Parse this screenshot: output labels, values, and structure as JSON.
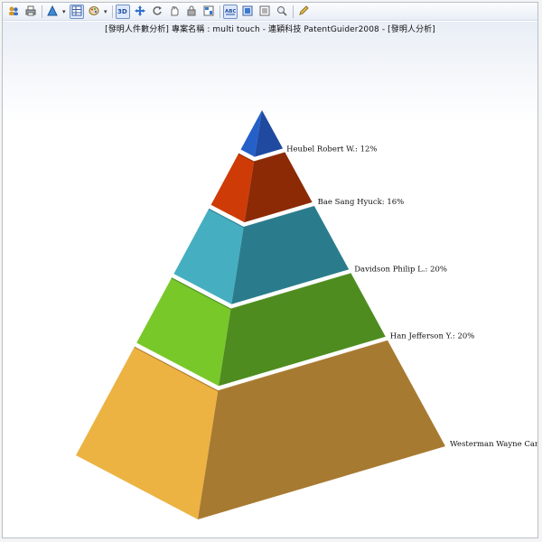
{
  "toolbar": {
    "buttons": [
      {
        "icon": "people-icon",
        "active": false
      },
      {
        "icon": "print-icon",
        "active": false
      },
      {
        "icon": "chart-type-icon",
        "active": false,
        "dropdown": true
      },
      {
        "icon": "data-table-icon",
        "active": true
      },
      {
        "icon": "palette-icon",
        "active": false,
        "dropdown": true
      },
      {
        "icon": "3d-toggle-icon",
        "active": true,
        "text": "3D"
      },
      {
        "icon": "move-icon",
        "active": false
      },
      {
        "icon": "rotate-icon",
        "active": false
      },
      {
        "icon": "hand-icon",
        "active": false
      },
      {
        "icon": "lock-icon",
        "active": false
      },
      {
        "icon": "layout-icon",
        "active": false
      },
      {
        "icon": "labels-icon",
        "active": true,
        "text": "ABC"
      },
      {
        "icon": "gridlines-icon",
        "active": false
      },
      {
        "icon": "legend-icon",
        "active": false
      },
      {
        "icon": "zoom-icon",
        "active": false
      },
      {
        "icon": "edit-icon",
        "active": false
      }
    ]
  },
  "colors": {
    "top": [
      "#2460c8",
      "#1f4aa0"
    ],
    "second": [
      "#cf3b06",
      "#8c2a06"
    ],
    "third": [
      "#45afc1",
      "#2a7c8c"
    ],
    "fourth": [
      "#78c82a",
      "#4e8c20"
    ],
    "bottom": [
      "#ecb343",
      "#a77a31"
    ]
  },
  "chart_data": {
    "type": "pyramid",
    "title": "[發明人件數分析] 專案名稱 : multi touch - 連穎科技 PatentGuider2008 - [發明人分析]",
    "categories": [
      "Heubel Robert W.",
      "Bae Sang Hyuck",
      "Davidson Philip L.",
      "Han Jefferson Y.",
      "Westerman Wayne Carl"
    ],
    "values": [
      12,
      16,
      20,
      20,
      32
    ],
    "labels": [
      "Heubel Robert W.: 12%",
      "Bae Sang Hyuck: 16%",
      "Davidson Philip L.: 20%",
      "Han Jefferson Y.: 20%",
      "Westerman Wayne Carl: ..."
    ],
    "unit": "%",
    "legend": "none"
  }
}
